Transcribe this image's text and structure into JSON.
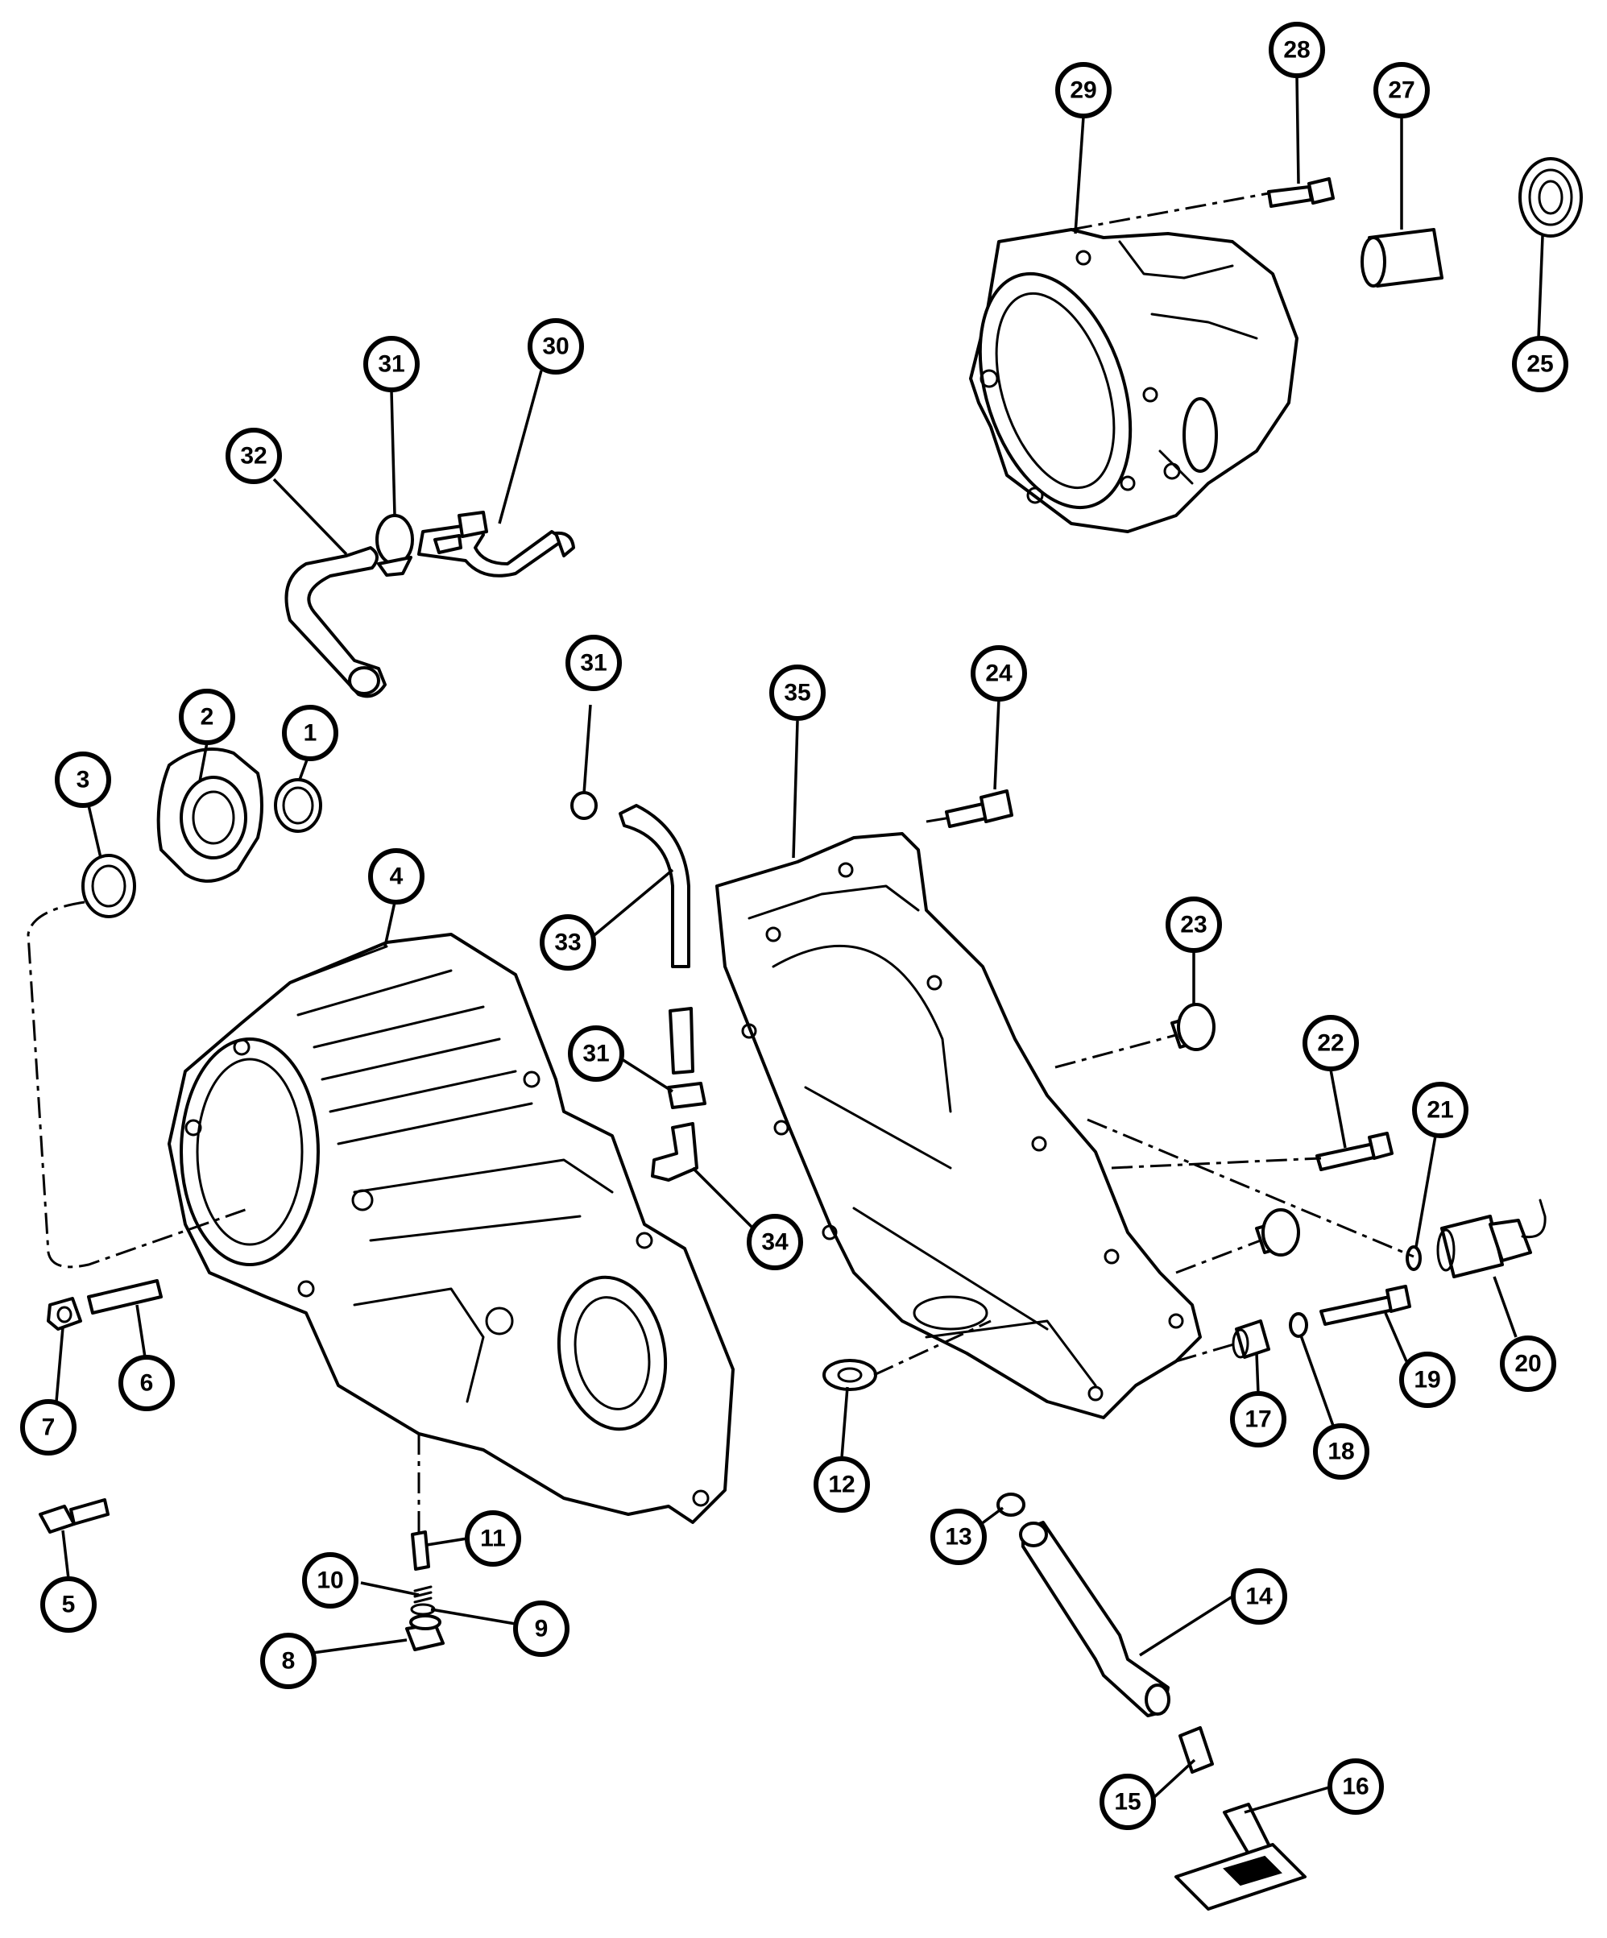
{
  "callouts": [
    {
      "id": "c1",
      "label": "1"
    },
    {
      "id": "c2",
      "label": "2"
    },
    {
      "id": "c3",
      "label": "3"
    },
    {
      "id": "c4",
      "label": "4"
    },
    {
      "id": "c5",
      "label": "5"
    },
    {
      "id": "c6",
      "label": "6"
    },
    {
      "id": "c7",
      "label": "7"
    },
    {
      "id": "c8",
      "label": "8"
    },
    {
      "id": "c9",
      "label": "9"
    },
    {
      "id": "c10",
      "label": "10"
    },
    {
      "id": "c11",
      "label": "11"
    },
    {
      "id": "c12",
      "label": "12"
    },
    {
      "id": "c13",
      "label": "13"
    },
    {
      "id": "c14",
      "label": "14"
    },
    {
      "id": "c15",
      "label": "15"
    },
    {
      "id": "c16",
      "label": "16"
    },
    {
      "id": "c17",
      "label": "17"
    },
    {
      "id": "c18",
      "label": "18"
    },
    {
      "id": "c19",
      "label": "19"
    },
    {
      "id": "c20",
      "label": "20"
    },
    {
      "id": "c21",
      "label": "21"
    },
    {
      "id": "c22",
      "label": "22"
    },
    {
      "id": "c23",
      "label": "23"
    },
    {
      "id": "c24",
      "label": "24"
    },
    {
      "id": "c25",
      "label": "25"
    },
    {
      "id": "c27",
      "label": "27"
    },
    {
      "id": "c28",
      "label": "28"
    },
    {
      "id": "c29",
      "label": "29"
    },
    {
      "id": "c30",
      "label": "30"
    },
    {
      "id": "c31a",
      "label": "31"
    },
    {
      "id": "c31b",
      "label": "31"
    },
    {
      "id": "c31c",
      "label": "31"
    },
    {
      "id": "c32",
      "label": "32"
    },
    {
      "id": "c33",
      "label": "33"
    },
    {
      "id": "c34",
      "label": "34"
    },
    {
      "id": "c35",
      "label": "35"
    }
  ]
}
